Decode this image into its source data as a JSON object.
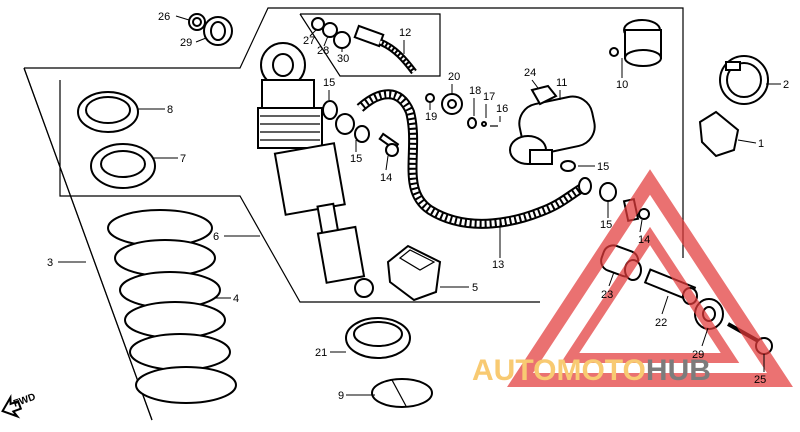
{
  "callouts": [
    {
      "id": "1",
      "label": "1"
    },
    {
      "id": "2",
      "label": "2"
    },
    {
      "id": "3",
      "label": "3"
    },
    {
      "id": "4",
      "label": "4"
    },
    {
      "id": "5",
      "label": "5"
    },
    {
      "id": "6",
      "label": "6"
    },
    {
      "id": "7",
      "label": "7"
    },
    {
      "id": "8",
      "label": "8"
    },
    {
      "id": "9",
      "label": "9"
    },
    {
      "id": "10",
      "label": "10"
    },
    {
      "id": "11",
      "label": "11"
    },
    {
      "id": "12",
      "label": "12"
    },
    {
      "id": "13",
      "label": "13"
    },
    {
      "id": "14a",
      "label": "14"
    },
    {
      "id": "14b",
      "label": "14"
    },
    {
      "id": "15a",
      "label": "15"
    },
    {
      "id": "15b",
      "label": "15"
    },
    {
      "id": "15c",
      "label": "15"
    },
    {
      "id": "15d",
      "label": "15"
    },
    {
      "id": "16",
      "label": "16"
    },
    {
      "id": "17",
      "label": "17"
    },
    {
      "id": "18",
      "label": "18"
    },
    {
      "id": "19",
      "label": "19"
    },
    {
      "id": "20",
      "label": "20"
    },
    {
      "id": "21",
      "label": "21"
    },
    {
      "id": "22",
      "label": "22"
    },
    {
      "id": "23",
      "label": "23"
    },
    {
      "id": "24",
      "label": "24"
    },
    {
      "id": "25",
      "label": "25"
    },
    {
      "id": "26",
      "label": "26"
    },
    {
      "id": "27",
      "label": "27"
    },
    {
      "id": "28",
      "label": "28"
    },
    {
      "id": "29a",
      "label": "29"
    },
    {
      "id": "29b",
      "label": "29"
    },
    {
      "id": "30",
      "label": "30"
    }
  ],
  "fwd_label": "FWD",
  "watermark": {
    "part1": "AUTOMOTO",
    "part2": "HUB",
    "color1": "#f6b73c",
    "color2": "#4a4a4a",
    "triangle_color": "#e33b3b"
  }
}
